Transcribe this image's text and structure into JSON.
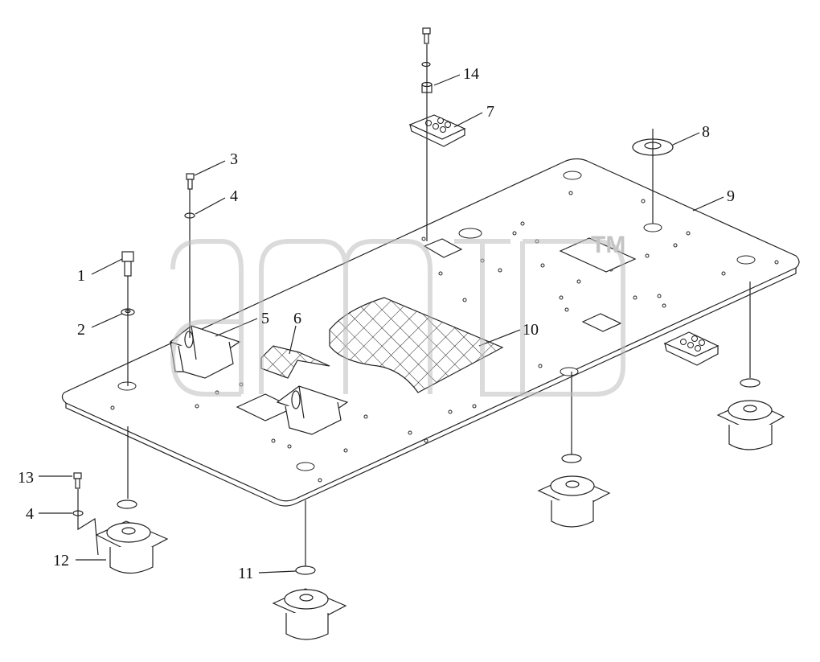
{
  "callouts": [
    {
      "id": "c1",
      "label": "1"
    },
    {
      "id": "c2",
      "label": "2"
    },
    {
      "id": "c3",
      "label": "3"
    },
    {
      "id": "c4a",
      "label": "4"
    },
    {
      "id": "c5",
      "label": "5"
    },
    {
      "id": "c6",
      "label": "6"
    },
    {
      "id": "c7",
      "label": "7"
    },
    {
      "id": "c8",
      "label": "8"
    },
    {
      "id": "c9",
      "label": "9"
    },
    {
      "id": "c10",
      "label": "10"
    },
    {
      "id": "c11",
      "label": "11"
    },
    {
      "id": "c12",
      "label": "12"
    },
    {
      "id": "c13",
      "label": "13"
    },
    {
      "id": "c4b",
      "label": "4"
    },
    {
      "id": "c14",
      "label": "14"
    }
  ],
  "watermark": {
    "trademark": "TM"
  }
}
